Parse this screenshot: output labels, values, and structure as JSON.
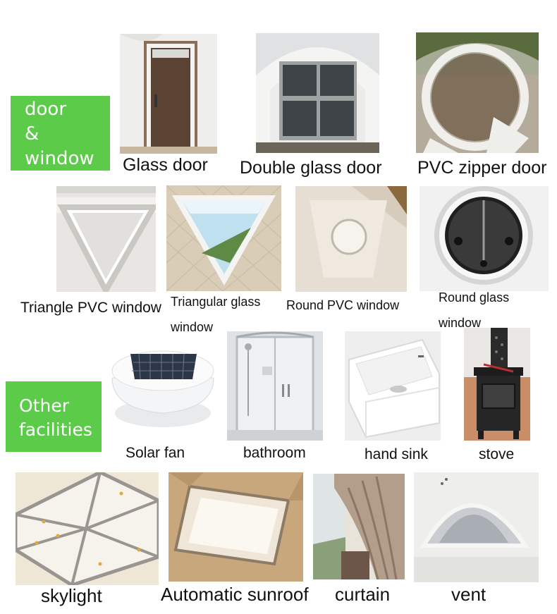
{
  "sections": {
    "door_window": {
      "lines": [
        "door",
        "&",
        "window"
      ],
      "color": "#5ccb4a"
    },
    "other_facilities": {
      "lines": [
        "Other",
        "facilities"
      ],
      "color": "#5ccb4a"
    }
  },
  "items": {
    "glass_door": "Glass door",
    "double_glass_door": "Double glass door",
    "pvc_zipper_door": "PVC zipper door",
    "triangle_pvc_window": "Triangle PVC window",
    "triangular_glass_window": "Triangular glass window",
    "round_pvc_window": "Round PVC window",
    "round_glass_window": "Round glass window",
    "solar_fan": "Solar fan",
    "bathroom": "bathroom",
    "hand_sink": "hand sink",
    "stove": "stove",
    "skylight": "skylight",
    "automatic_sunroof": "Automatic sunroof",
    "curtain": "curtain",
    "vent": "vent"
  }
}
